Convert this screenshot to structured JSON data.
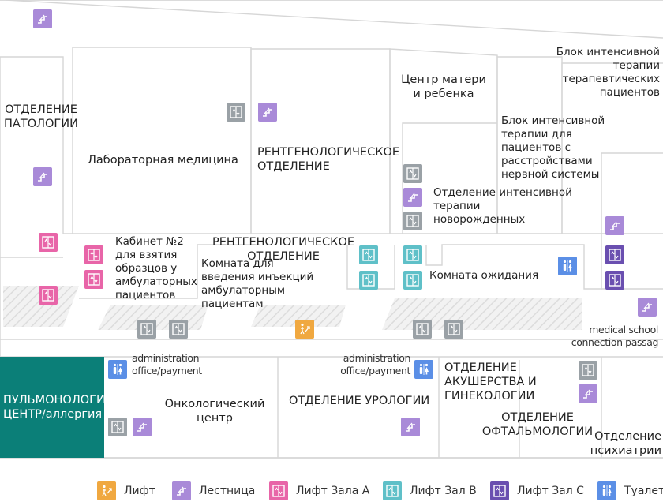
{
  "colors": {
    "elevator": "#f0a840",
    "stairs": "#a98ad8",
    "elevator_a": "#e865a8",
    "elevator_b": "#5fc0c8",
    "elevator_c": "#6a4fb0",
    "toilet": "#5b8fe6",
    "elevator_gray": "#9aa1a6",
    "highlight": "#0b7f78"
  },
  "rooms": {
    "pathology": "ОТДЕЛЕНИЕ ПАТОЛОГИИ",
    "lab": "Лабораторная медицина",
    "radiology_top": "РЕНТГЕНОЛОГИЧЕСКОЕ ОТДЕЛЕНИЕ",
    "mother_child": "Центр матери и ребенка",
    "icu_therapy": "Блок интенсивной терапии терапевтических пациентов",
    "icu_neuro": "Блок интенсивной терапии для пациентов с расстройствами нервной системы",
    "nicu": "Отделение интенсивной терапии новорожденных",
    "cabinet2": "Кабинет №2 для взятия образцов у амбулаторных пациентов",
    "radiology_mid": "РЕНТГЕНОЛОГИЧЕСКОЕ ОТДЕЛЕНИЕ",
    "injection": "Комната для введения инъекций амбулаторным пациентам",
    "waiting": "Комната ожидания",
    "med_school": "medical school connection passag",
    "admin_left": "administration office/payment",
    "admin_right": "administration office/payment",
    "pulmo": "ПУЛЬМОНОЛОГИЧЕСКИЙ ЦЕНТР/аллергия",
    "oncology": "Онкологический центр",
    "urology": "ОТДЕЛЕНИЕ УРОЛОГИИ",
    "obgyn": "ОТДЕЛЕНИЕ АКУШЕРСТВА И ГИНЕКОЛОГИИ",
    "ophthalmology": "ОТДЕЛЕНИЕ ОФТАЛЬМОЛОГИИ",
    "psychiatry": "Отделение психиатрии"
  },
  "legend": [
    {
      "icon": "elevator",
      "label": "Лифт"
    },
    {
      "icon": "stairs",
      "label": "Лестница"
    },
    {
      "icon": "elevator_a",
      "label": "Лифт Зала A"
    },
    {
      "icon": "elevator_b",
      "label": "Лифт Зал B"
    },
    {
      "icon": "elevator_c",
      "label": "Лифт Зал C"
    },
    {
      "icon": "toilet",
      "label": "Туалет"
    }
  ]
}
